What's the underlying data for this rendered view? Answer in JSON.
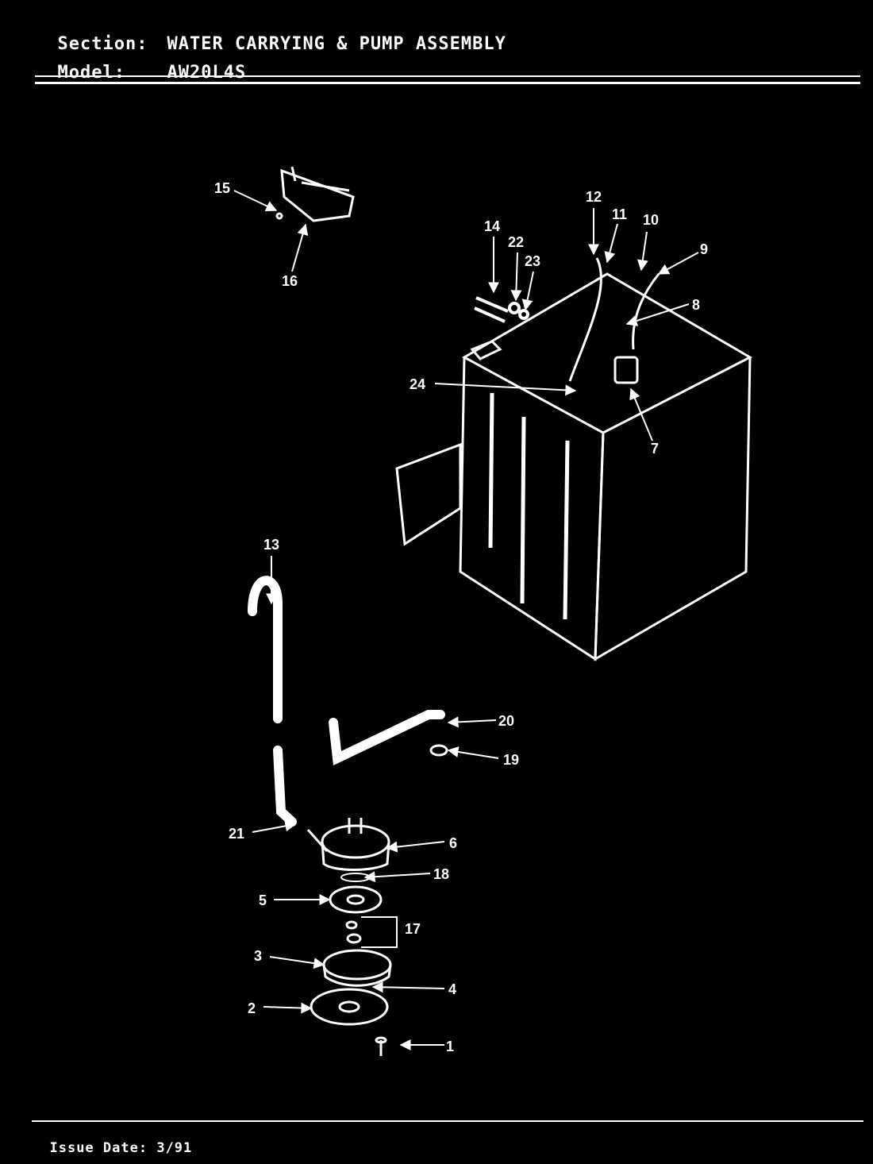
{
  "header": {
    "section_label": "Section:",
    "section_value": "WATER CARRYING & PUMP ASSEMBLY",
    "model_label": "Model:",
    "model_value": "AW20L4S"
  },
  "callouts": [
    "1",
    "2",
    "3",
    "4",
    "5",
    "6",
    "7",
    "8",
    "9",
    "10",
    "11",
    "12",
    "13",
    "14",
    "15",
    "16",
    "17",
    "18",
    "19",
    "20",
    "21",
    "22",
    "23",
    "24"
  ],
  "footer": {
    "issue_label": "Issue Date:",
    "issue_value": "3/91"
  }
}
